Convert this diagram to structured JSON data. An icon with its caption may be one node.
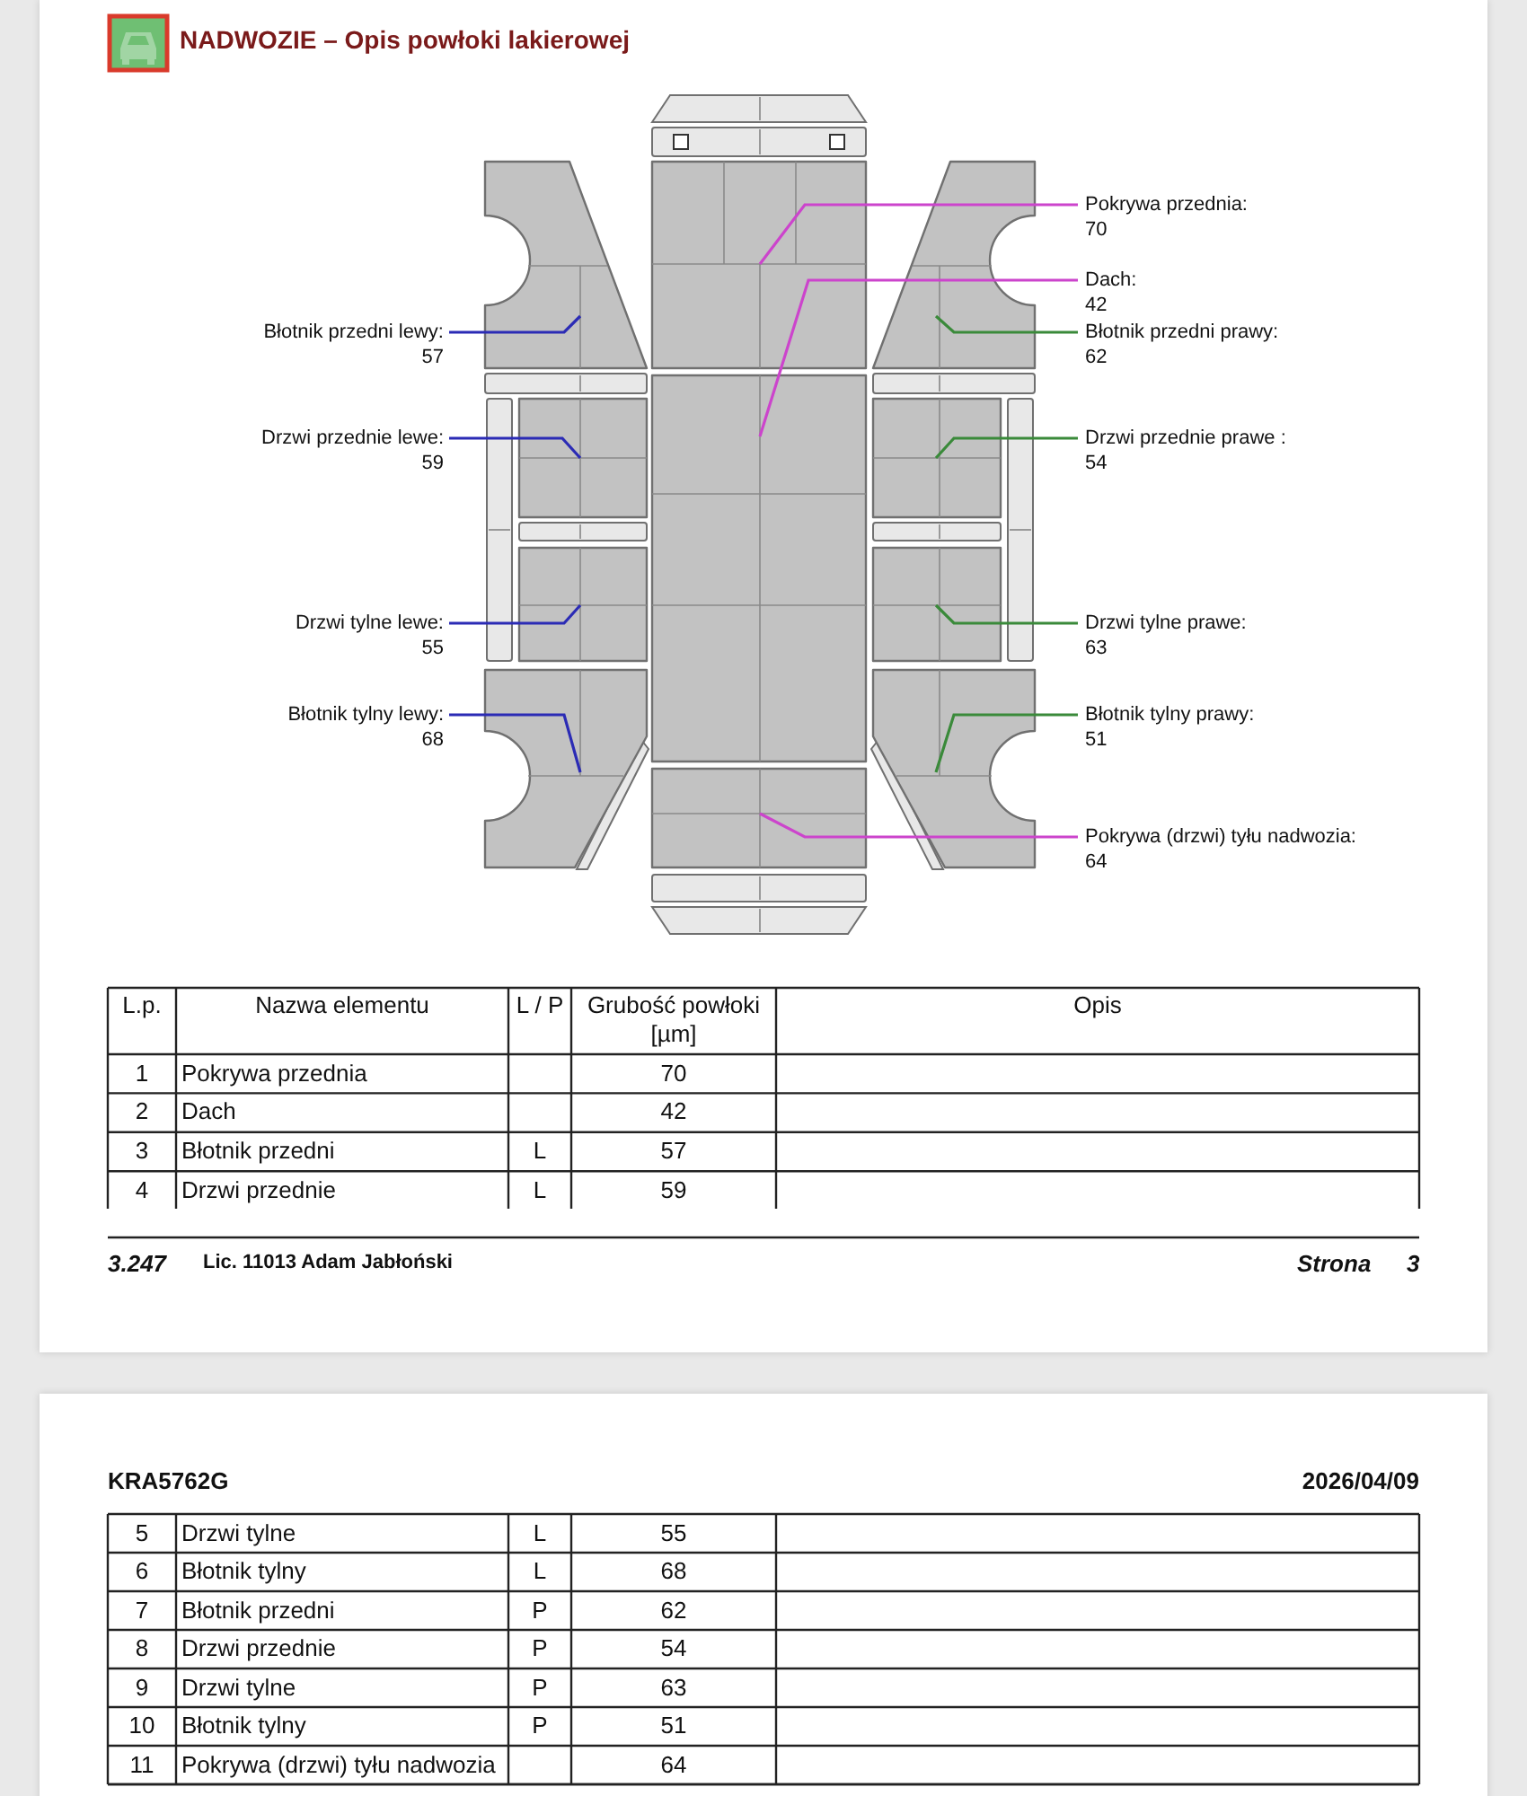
{
  "diagram": {
    "title": "NADWOZIE – Opis powłoki lakierowej",
    "nodes": [
      {
        "text": [],
        "shape": "box"
      },
      {
        "text": [],
        "shape": "box"
      },
      {
        "text": [],
        "shape": "box"
      },
      {
        "text": [],
        "shape": "box"
      },
      {
        "text": [],
        "shape": "box"
      },
      {
        "text": [],
        "shape": "box"
      },
      {
        "text": [],
        "shape": "box"
      },
      {
        "text": [],
        "shape": "box"
      },
      {
        "text": [],
        "shape": "box"
      },
      {
        "text": [],
        "shape": "box"
      },
      {
        "text": [],
        "shape": "box"
      },
      {
        "text": [
          "Pokrywa przednia:",
          "70"
        ]
      },
      {
        "text": [
          "Dach:",
          "42"
        ]
      },
      {
        "text": [
          "Pokrywa (drzwi) tyłu nadwozia:",
          "64"
        ]
      },
      {
        "text": [
          "Błotnik przedni lewy:",
          "57"
        ]
      },
      {
        "text": [
          "Drzwi przednie lewe:",
          "59"
        ]
      },
      {
        "text": [
          "Drzwi tylne lewe:",
          "55"
        ]
      },
      {
        "text": [
          "Błotnik tylny lewy:",
          "68"
        ]
      },
      {
        "text": [
          "Błotnik przedni prawy:",
          "62"
        ]
      },
      {
        "text": [
          "Drzwi przednie prawe :",
          "54"
        ]
      },
      {
        "text": [
          "Drzwi tylne prawe:",
          "63"
        ]
      },
      {
        "text": [
          "Błotnik tylny prawy:",
          "51"
        ]
      }
    ],
    "edges": [
      {
        "from": 11,
        "to": 0,
        "arrow": "none",
        "color": "#cc44cc"
      },
      {
        "from": 12,
        "to": 1,
        "arrow": "none",
        "color": "#cc44cc"
      },
      {
        "from": 13,
        "to": 2,
        "arrow": "none",
        "color": "#cc44cc"
      },
      {
        "from": 14,
        "to": 3,
        "arrow": "none",
        "color": "#2b2bb5"
      },
      {
        "from": 15,
        "to": 4,
        "arrow": "none",
        "color": "#2b2bb5"
      },
      {
        "from": 16,
        "to": 5,
        "arrow": "none",
        "color": "#2b2bb5"
      },
      {
        "from": 17,
        "to": 6,
        "arrow": "none",
        "color": "#2b2bb5"
      },
      {
        "from": 18,
        "to": 7,
        "arrow": "none",
        "color": "#3a8a3a"
      },
      {
        "from": 19,
        "to": 8,
        "arrow": "none",
        "color": "#3a8a3a"
      },
      {
        "from": 20,
        "to": 9,
        "arrow": "none",
        "color": "#3a8a3a"
      },
      {
        "from": 21,
        "to": 10,
        "arrow": "none",
        "color": "#3a8a3a"
      }
    ],
    "labels": [
      "L.p.",
      "Nazwa elementu",
      "L / P",
      "Grubość powłoki [µm]",
      "Opis",
      "1",
      "Pokrywa przednia",
      "70",
      "2",
      "Dach",
      "42",
      "3",
      "Błotnik przedni",
      "L",
      "57",
      "4",
      "Drzwi przednie",
      "L",
      "59",
      "3.247",
      "Lic. 11013 Adam Jabłoński",
      "Strona",
      "3",
      "KRA5762G",
      "2026/04/09",
      "5",
      "Drzwi tylne",
      "L",
      "55",
      "6",
      "Błotnik tylny",
      "L",
      "68",
      "7",
      "Błotnik przedni",
      "P",
      "62",
      "8",
      "Drzwi przednie",
      "P",
      "54",
      "9",
      "Drzwi tylne",
      "P",
      "63",
      "10",
      "Błotnik tylny",
      "P",
      "51",
      "11",
      "Pokrywa (drzwi) tyłu nadwozia",
      "64"
    ]
  }
}
